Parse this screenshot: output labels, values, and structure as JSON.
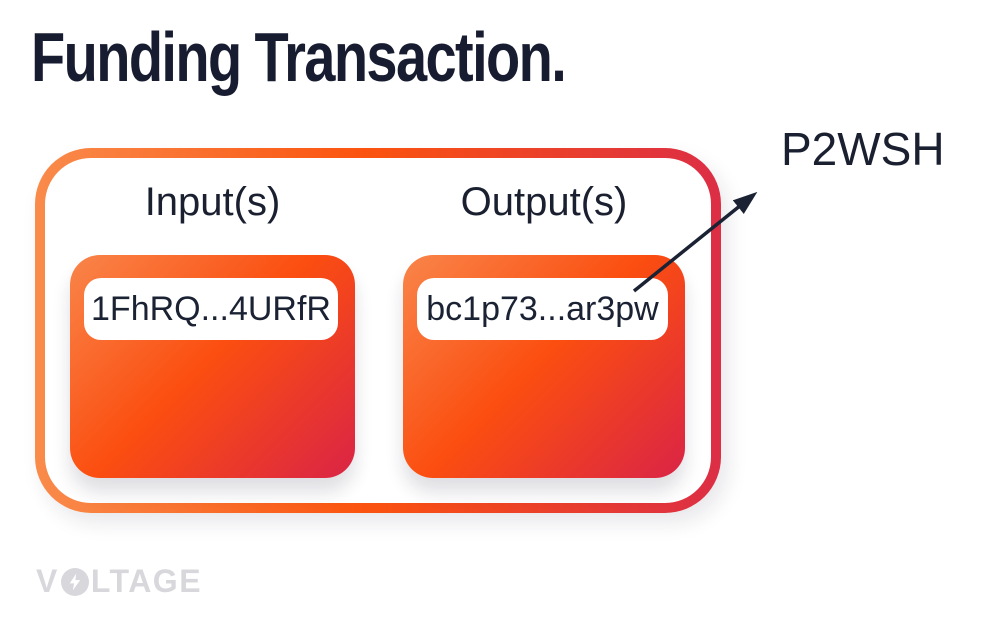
{
  "title": "Funding Transaction.",
  "transaction": {
    "inputs": {
      "heading": "Input(s)",
      "items": [
        {
          "address": "1FhRQ...4URfR"
        }
      ]
    },
    "outputs": {
      "heading": "Output(s)",
      "items": [
        {
          "address": "bc1p73...ar3pw"
        }
      ]
    }
  },
  "annotation": {
    "label": "P2WSH",
    "arrow_icon": "arrow-up-right"
  },
  "logo": {
    "full_name": "VOLTAGE",
    "prefix": "V",
    "bolt_icon": "lightning-bolt-in-circle",
    "suffix": "LTAGE"
  },
  "colors": {
    "background": "#FFFFFF",
    "title_text": "#171C30",
    "body_text": "#1A2030",
    "arrow_stroke": "#1B2233",
    "frame_gradient_start": "#F98B4B",
    "frame_gradient_mid": "#FB530F",
    "frame_gradient_end": "#DC2E45",
    "box_gradient_start": "#F9854A",
    "box_gradient_mid": "#FB4E10",
    "box_gradient_end": "#DA2446",
    "logo_gray": "#D8D8DC"
  }
}
